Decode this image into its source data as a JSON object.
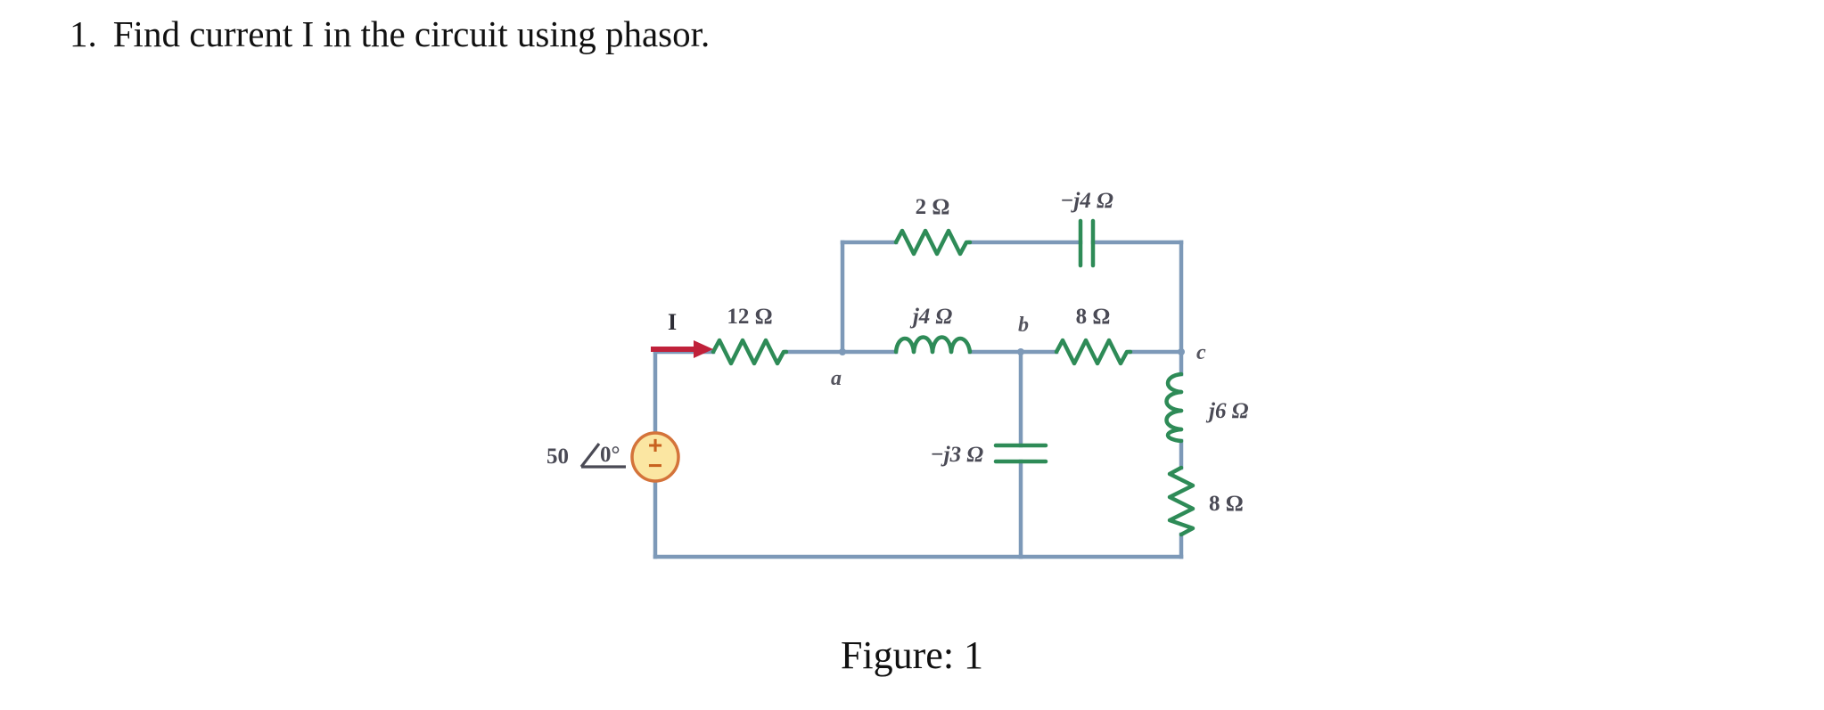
{
  "question": {
    "number": "1.",
    "text": "Find current I in the circuit using phasor."
  },
  "figure": {
    "caption": "Figure: 1"
  },
  "circuit": {
    "source": {
      "label": "50",
      "angle": "0°",
      "plus": "+",
      "minus": "−"
    },
    "current_label": "I",
    "nodes": {
      "a": "a",
      "b": "b",
      "c": "c"
    },
    "components": {
      "r12": "12 Ω",
      "r2": "2 Ω",
      "c_j4": "−j4 Ω",
      "l_j4": "j4 Ω",
      "r8_top": "8 Ω",
      "c_j3": "−j3 Ω",
      "l_j6": "j6 Ω",
      "r8_right": "8 Ω"
    }
  },
  "colors": {
    "wire": "#7d99b8",
    "component": "#2e8b57",
    "arrow": "#c0213a",
    "source_fill": "#fbe6a2",
    "source_stroke": "#d4733a",
    "label": "#4a4a55",
    "text": "#111111"
  }
}
